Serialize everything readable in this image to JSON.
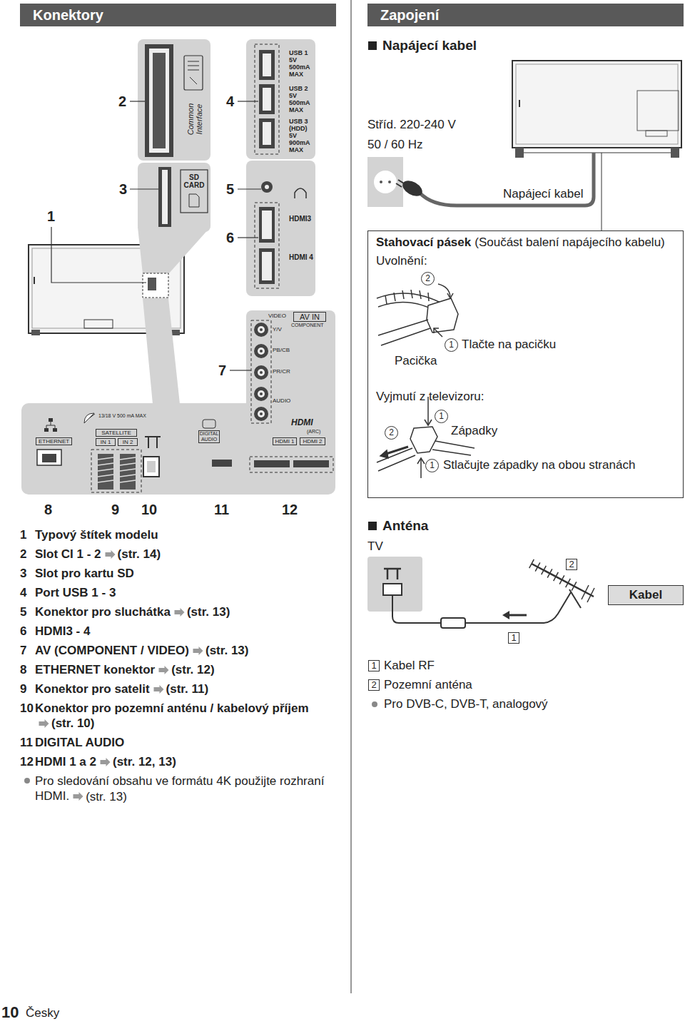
{
  "diagram": {
    "nodes": [
      {
        "text": [
          "Konektory"
        ]
      },
      {
        "text": [
          "Zapojení"
        ]
      },
      {
        "text": [
          "Common Interface"
        ]
      },
      {
        "text": [
          "USB 1 5V 500mA MAX",
          "USB 2 5V 500mA MAX",
          "USB 3 (HDD) 5V 900mA MAX"
        ]
      },
      {
        "text": [
          "SD CARD"
        ]
      },
      {
        "text": [
          "HDMI3",
          "HDMI 4"
        ]
      },
      {
        "text": [
          "VIDEO",
          "AV IN",
          "COMPONENT",
          "Y/V",
          "PB/CB",
          "PR/CR",
          "AUDIO"
        ]
      },
      {
        "text": [
          "13/18 V 500 mA MAX",
          "HDMI",
          "SATELLITE",
          "(ARC)",
          "DIGITAL AUDIO",
          "ETHERNET",
          "IN 1",
          "IN 2",
          "HDMI 1",
          "HDMI 2"
        ]
      },
      {
        "text": [
          "Stahovací pásek",
          "(Součást balení napájecího kabelu)",
          "Uvolnění:",
          "Vyjmutí z televizoru:"
        ]
      },
      {
        "text": [
          "2"
        ]
      },
      {
        "text": [
          "Kabel"
        ]
      },
      {
        "text": [
          "1"
        ]
      },
      {
        "text": [
          "1"
        ]
      },
      {
        "text": [
          "2"
        ]
      }
    ],
    "labels": [
      "2",
      "4",
      "1",
      "3",
      "5",
      "6",
      "7",
      "8",
      "9",
      "10",
      "11",
      "12",
      "1",
      "Typový štítek modelu",
      "2",
      "Slot CI 1 - 2",
      "(str. 14)",
      "3",
      "Slot pro kartu SD",
      "4",
      "Port USB 1 - 3",
      "5",
      "Konektor pro sluchátka",
      "(str. 13)",
      "6",
      "HDMI3 - 4",
      "7",
      "AV (COMPONENT / VIDEO)",
      "(str. 13)",
      "8",
      "ETHERNET konektor",
      "(str. 12)",
      "9",
      "Konektor pro satelit",
      "(str. 11)",
      "10",
      "Konektor pro pozemní anténu / kabelový příjem",
      "(str. 10)",
      "11",
      "DIGITAL AUDIO",
      "12",
      "HDMI 1 a 2",
      "(str. 12, 13)",
      "Pro sledování obsahu ve formátu 4K použijte rozhraní HDMI.",
      "(str. 13)",
      "10",
      "Česky",
      "Napájecí kabel",
      "Stříd. 220-240 V 50 / 60 Hz",
      "Napájecí kabel",
      "2",
      "1",
      "Tlačte na pacičku",
      "Pacička",
      "1",
      "Západky",
      "2",
      "1",
      "Stlačujte západky na obou stranách",
      "Anténa",
      "TV",
      "Kabel RF",
      "Pozemní anténa",
      "Pro DVB-C, DVB-T, analogový"
    ]
  }
}
